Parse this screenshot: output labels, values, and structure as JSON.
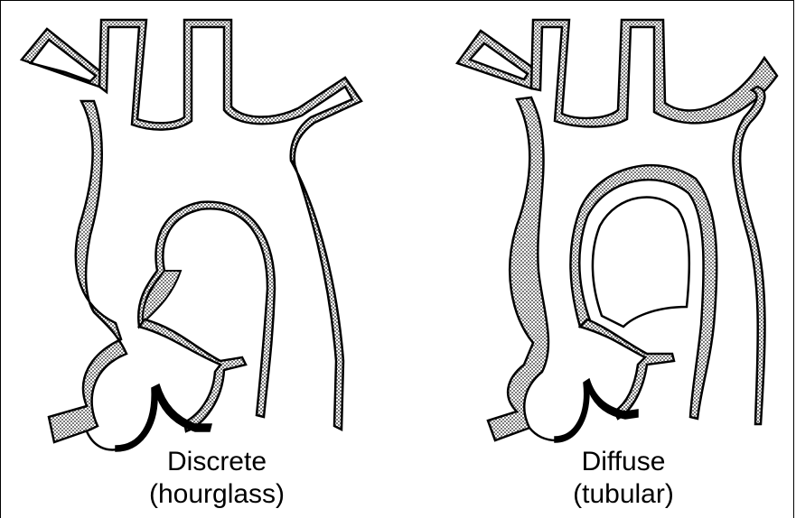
{
  "figure": {
    "panels": [
      {
        "id": "discrete",
        "caption_line1": "Discrete",
        "caption_line2": "(hourglass)"
      },
      {
        "id": "diffuse",
        "caption_line1": "Diffuse",
        "caption_line2": "(tubular)"
      }
    ]
  },
  "colors": {
    "line": "#000000",
    "wall": "#a9a9a9",
    "background": "#ffffff",
    "valve": "#000000"
  }
}
